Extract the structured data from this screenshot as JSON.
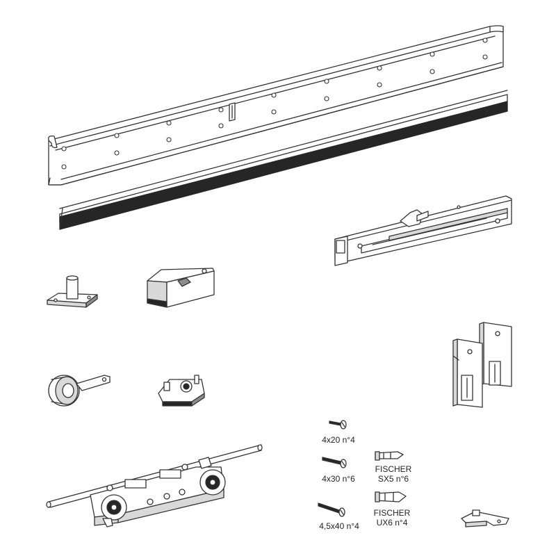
{
  "colors": {
    "stroke": "#333333",
    "fill": "#ffffff",
    "shade": "#d9d9d9",
    "dark": "#262626",
    "mid": "#8c8c8c"
  },
  "parts": [
    {
      "name": "top-rail",
      "icon": "aluminium-track-rail"
    },
    {
      "name": "brush-seal-strip",
      "icon": "brush-seal-strip"
    },
    {
      "name": "soft-close-damper",
      "icon": "soft-close-mechanism"
    },
    {
      "name": "floor-guide-pin",
      "icon": "floor-guide-pin"
    },
    {
      "name": "end-stop-block",
      "icon": "end-stop-block"
    },
    {
      "name": "guide-wheel-bracket",
      "icon": "guide-wheel-bracket"
    },
    {
      "name": "stopper-clip",
      "icon": "stopper-clip"
    },
    {
      "name": "glass-clamp-plates",
      "icon": "glass-clamp-plates"
    },
    {
      "name": "roller-trolley",
      "icon": "roller-trolley"
    },
    {
      "name": "activator-bracket",
      "icon": "activator-bracket"
    }
  ],
  "screws": [
    {
      "label": "4x20 n°4"
    },
    {
      "label": "4x30 n°6"
    },
    {
      "label": "4,5x40 n°4"
    }
  ],
  "plugs": [
    {
      "line1": "FISCHER",
      "line2": "SX5 n°6"
    },
    {
      "line1": "FISCHER",
      "line2": "UX6 n°4"
    }
  ]
}
